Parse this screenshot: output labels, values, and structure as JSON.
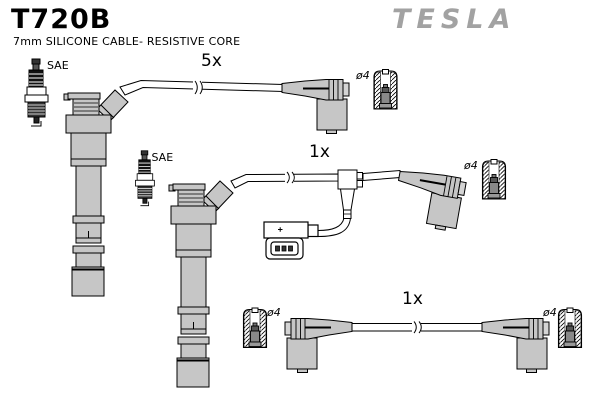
{
  "header": {
    "part_number": "T720B",
    "subtitle": "7mm SILICONE CABLE- RESISTIVE CORE",
    "brand": "TESLA"
  },
  "labels": {
    "row1_quantity": "5x",
    "row2_quantity": "1x",
    "row3_quantity": "1x",
    "row1_plug_standard": "SAE",
    "row2_plug_standard": "SAE",
    "row1_terminal_diameter": "ø4",
    "row2_terminal_diameter": "ø4",
    "row3_terminal_diameter_left": "ø4",
    "row3_terminal_diameter_right": "ø4"
  },
  "colors": {
    "background": "#ffffff",
    "line": "#000000",
    "boot_fill": "#c6c6c6",
    "brand_gray": "#a2a2a2"
  }
}
